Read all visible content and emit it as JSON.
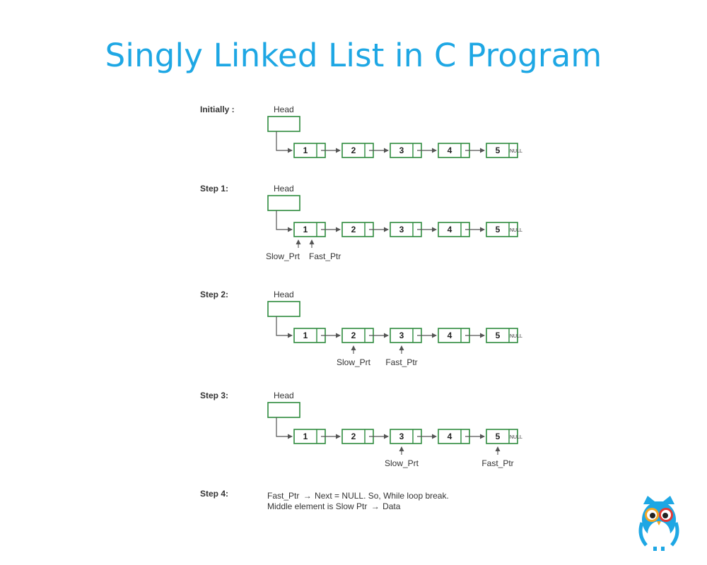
{
  "title": "Singly Linked List in C Program",
  "head_label": "Head",
  "null_label": "NULL",
  "node_values": [
    "1",
    "2",
    "3",
    "4",
    "5"
  ],
  "colors": {
    "title": "#1ea7e4",
    "node_border": "#2e8b3e",
    "arrow": "#555555",
    "text": "#333333"
  },
  "steps": [
    {
      "label": "Initially :",
      "pointers": []
    },
    {
      "label": "Step 1:",
      "pointers": [
        {
          "label": "Slow_Prt",
          "node_index": 0,
          "part": "left"
        },
        {
          "label": "Fast_Ptr",
          "node_index": 0,
          "part": "right"
        }
      ]
    },
    {
      "label": "Step 2:",
      "pointers": [
        {
          "label": "Slow_Prt",
          "node_index": 1,
          "part": "center"
        },
        {
          "label": "Fast_Ptr",
          "node_index": 2,
          "part": "center"
        }
      ]
    },
    {
      "label": "Step 3:",
      "pointers": [
        {
          "label": "Slow_Prt",
          "node_index": 2,
          "part": "center"
        },
        {
          "label": "Fast_Ptr",
          "node_index": 4,
          "part": "center"
        }
      ]
    }
  ],
  "step4": {
    "label": "Step 4:",
    "line1_a": "Fast_Ptr",
    "line1_b": "Next = NULL. So, While loop break.",
    "line2_a": "Middle element is Slow  Ptr",
    "line2_b": "Data"
  },
  "logo": "owl-logo"
}
